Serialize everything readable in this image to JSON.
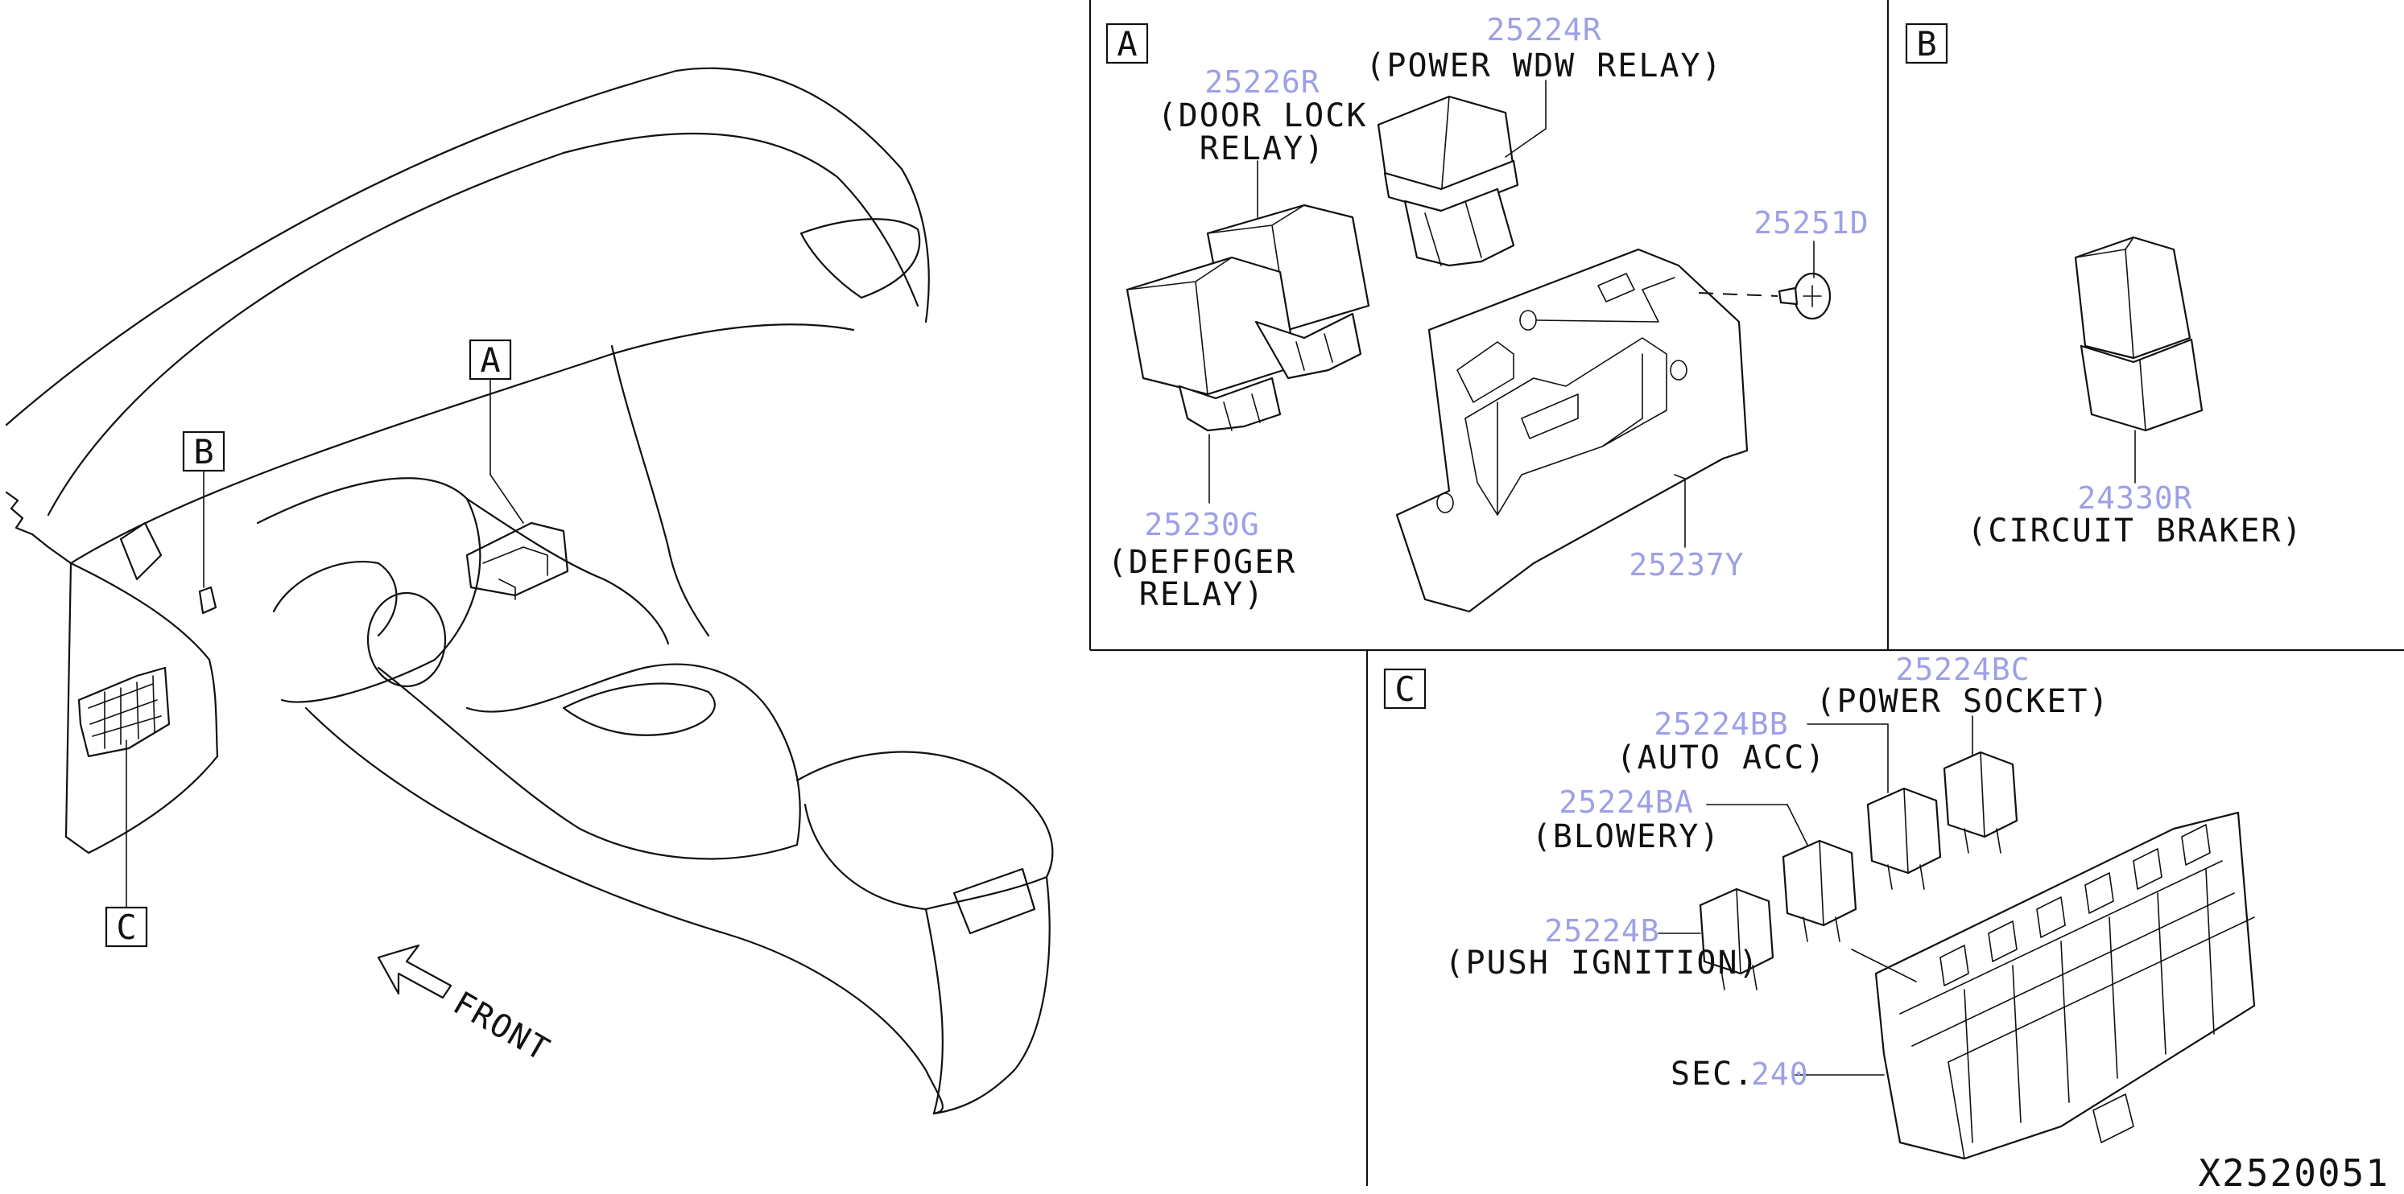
{
  "callouts": {
    "a": "A",
    "b": "B",
    "c": "C"
  },
  "overview": {
    "front_label": "FRONT"
  },
  "section_a": {
    "box_letter": "A",
    "door_lock_relay": {
      "part_number": "25226R",
      "label_line1": "(DOOR LOCK",
      "label_line2": "RELAY)"
    },
    "power_wdw_relay": {
      "part_number": "25224R",
      "label": "(POWER WDW RELAY)"
    },
    "screw": {
      "part_number": "25251D"
    },
    "defogger_relay": {
      "part_number": "25230G",
      "label_line1": "(DEFFOGER",
      "label_line2": "RELAY)"
    },
    "bracket": {
      "part_number": "25237Y"
    }
  },
  "section_b": {
    "box_letter": "B",
    "circuit_breaker": {
      "part_number": "24330R",
      "label": "(CIRCUIT BRAKER)"
    }
  },
  "section_c": {
    "box_letter": "C",
    "power_socket": {
      "part_number": "25224BC",
      "label": "(POWER SOCKET)"
    },
    "auto_acc": {
      "part_number": "25224BB",
      "label": "(AUTO ACC)"
    },
    "blowery": {
      "part_number": "25224BA",
      "label": "(BLOWERY)"
    },
    "push_ignition": {
      "part_number": "25224B",
      "label": "(PUSH IGNITION)"
    },
    "section_ref": {
      "prefix": "SEC.",
      "number": "240"
    }
  },
  "diagram_id": "X2520051",
  "colors": {
    "line": "#111111",
    "part_number": "#9ea0e6",
    "background": "#ffffff"
  }
}
